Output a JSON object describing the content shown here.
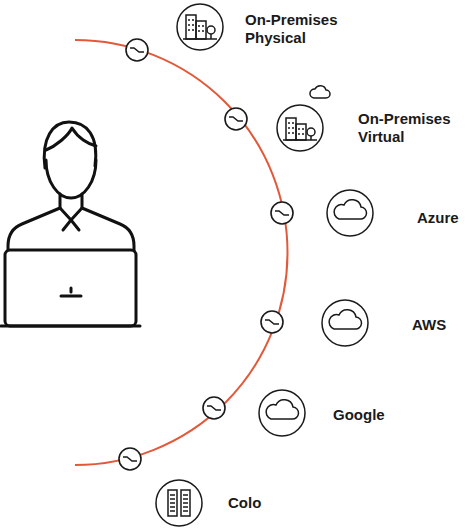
{
  "diagram": {
    "labels": [
      "On-Premises Physical",
      "On-Premises Virtual",
      "Azure",
      "AWS",
      "Google",
      "Colo"
    ]
  }
}
